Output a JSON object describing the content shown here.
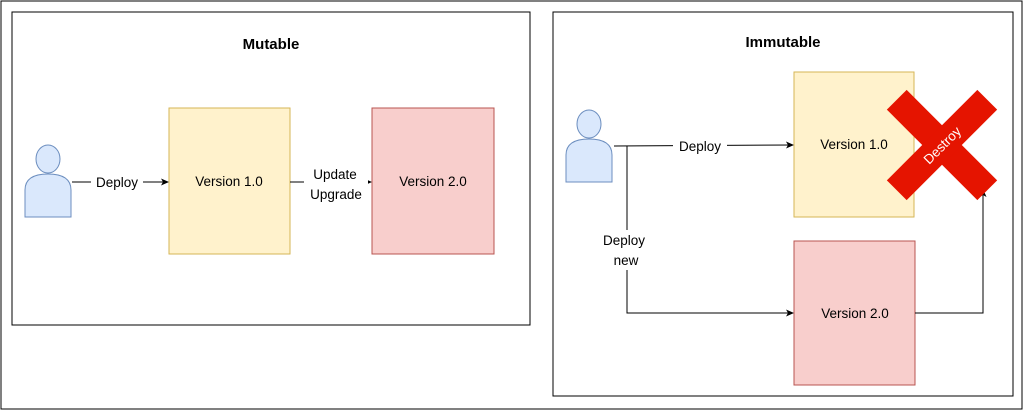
{
  "panels": {
    "mutable": {
      "title": "Mutable",
      "actor_icon": "person-icon",
      "box_v1": "Version 1.0",
      "box_v2": "Version 2.0",
      "edge_deploy": "Deploy",
      "edge_update_line1": "Update",
      "edge_update_line2": "Upgrade"
    },
    "immutable": {
      "title": "Immutable",
      "actor_icon": "person-icon",
      "box_v1": "Version 1.0",
      "box_v2": "Version 2.0",
      "edge_deploy": "Deploy",
      "edge_deploy_new_line1": "Deploy",
      "edge_deploy_new_line2": "new",
      "destroy_label": "Destroy",
      "destroy_icon": "destroy-x-icon"
    }
  },
  "colors": {
    "version_1_fill": "#fff2cc",
    "version_1_stroke": "#d6b656",
    "version_2_fill": "#f8cecc",
    "version_2_stroke": "#b85450",
    "actor_fill": "#dae8fc",
    "actor_stroke": "#6c8ebf",
    "destroy_fill": "#e51400"
  }
}
